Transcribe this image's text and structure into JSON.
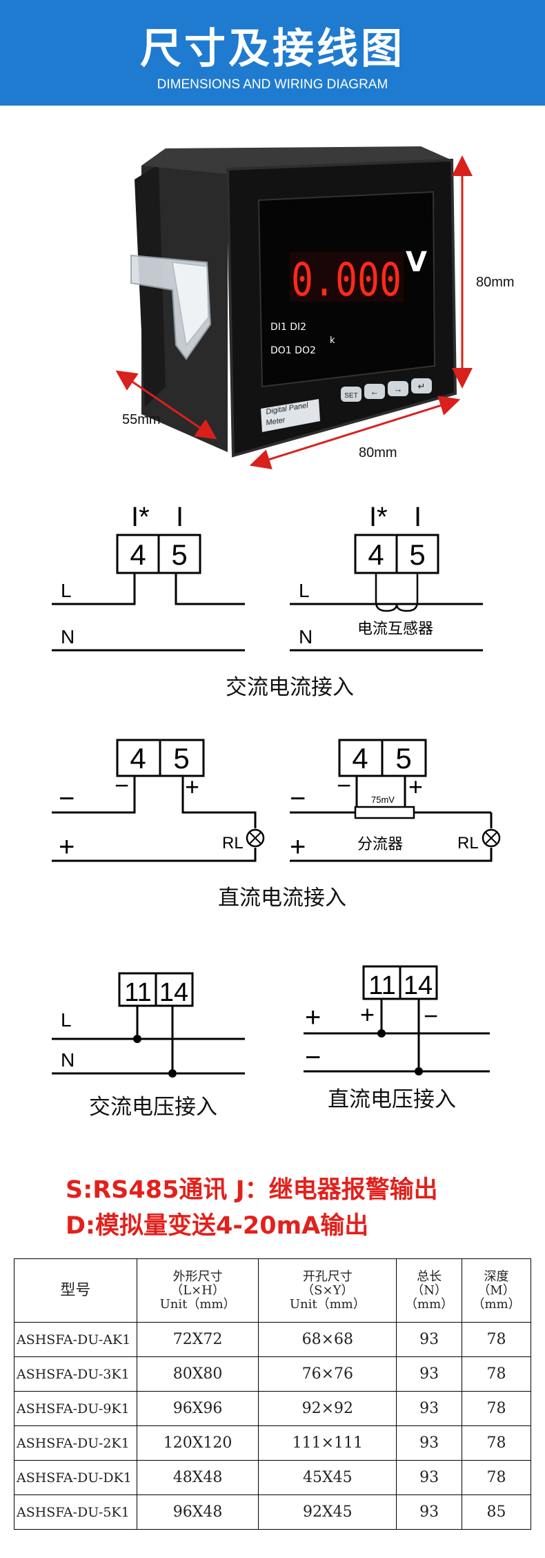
{
  "header": {
    "title": "尺寸及接线图",
    "subtitle": "DIMENSIONS AND WIRING DIAGRAM"
  },
  "product": {
    "display_value": "0.000",
    "unit": "V",
    "labels": {
      "di": "DI1  DI2",
      "do": "DO1  DO2",
      "k": "k"
    },
    "keys": [
      "SET",
      "←",
      "→",
      "↵"
    ],
    "brand_text_1": "Digital Panel",
    "brand_text_2": "Meter",
    "dim_height": "80mm",
    "dim_width": "80mm",
    "dim_depth": "55mm"
  },
  "diagrams": {
    "ac_current": {
      "caption": "交流电流接入",
      "terminal_labels": [
        "I*",
        "I"
      ],
      "terminals": [
        "4",
        "5"
      ],
      "line_l": "L",
      "line_n": "N",
      "ct_label": "电流互感器"
    },
    "dc_current": {
      "caption": "直流电流接入",
      "terminals": [
        "4",
        "5"
      ],
      "minus": "−",
      "plus": "+",
      "rl": "RL",
      "shunt_label": "分流器",
      "shunt_value": "75mV"
    },
    "ac_voltage": {
      "caption": "交流电压接入",
      "terminals": [
        "11",
        "14"
      ],
      "line_l": "L",
      "line_n": "N"
    },
    "dc_voltage": {
      "caption": "直流电压接入",
      "terminals": [
        "11",
        "14"
      ],
      "plus": "+",
      "minus": "−"
    }
  },
  "notes": {
    "line1": "S:RS485通讯   J：继电器报警输出",
    "line2": "D:模拟量变送4-20mA输出"
  },
  "table": {
    "headers": [
      [
        "型号"
      ],
      [
        "外形尺寸",
        "（L×H）",
        "Unit（mm）"
      ],
      [
        "开孔尺寸",
        "（S×Y）",
        "Unit（mm）"
      ],
      [
        "总长",
        "（N）",
        "（mm）"
      ],
      [
        "深度",
        "（M）",
        "（mm）"
      ]
    ],
    "rows": [
      [
        "ASHSFA-DU-AK1",
        "72X72",
        "68×68",
        "93",
        "78"
      ],
      [
        "ASHSFA-DU-3K1",
        "80X80",
        "76×76",
        "93",
        "78"
      ],
      [
        "ASHSFA-DU-9K1",
        "96X96",
        "92×92",
        "93",
        "78"
      ],
      [
        "ASHSFA-DU-2K1",
        "120X120",
        "111×111",
        "93",
        "78"
      ],
      [
        "ASHSFA-DU-DK1",
        "48X48",
        "45X45",
        "93",
        "78"
      ],
      [
        "ASHSFA-DU-5K1",
        "96X48",
        "92X45",
        "93",
        "85"
      ]
    ]
  },
  "colors": {
    "banner": "#1f7bd0",
    "dimension_arrow": "#d9201d",
    "led": "#ff2a1a",
    "note_text": "#e3201b"
  }
}
